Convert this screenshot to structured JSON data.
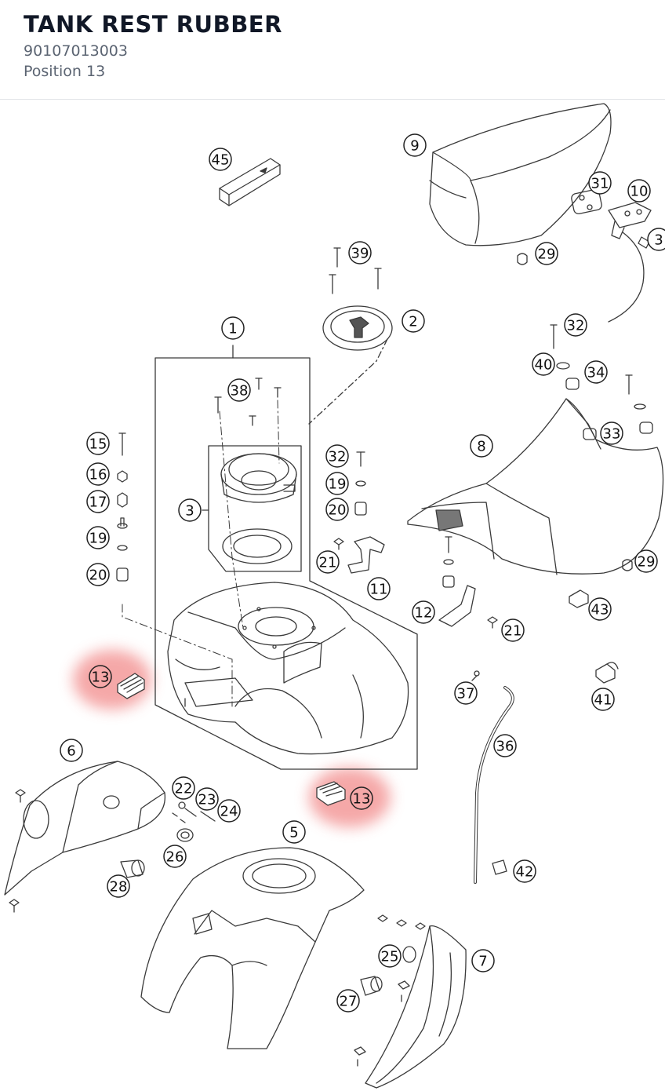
{
  "part": {
    "name": "TANK REST RUBBER",
    "number": "90107013003",
    "position_label": "Position 13"
  },
  "colors": {
    "highlight": "#f28b8b",
    "line": "#3a3a3a",
    "text": "#111111"
  },
  "callouts": {
    "c45": "45",
    "c9": "9",
    "c31": "31",
    "c10": "10",
    "c3r": "3",
    "c39": "39",
    "c29a": "29",
    "c2": "2",
    "c1": "1",
    "c32a": "32",
    "c40": "40",
    "c34": "34",
    "c38": "38",
    "c33": "33",
    "c8": "8",
    "c15": "15",
    "c16": "16",
    "c17": "17",
    "c3": "3",
    "c32b": "32",
    "c19b": "19",
    "c20b": "20",
    "c19a": "19",
    "c21a": "21",
    "c20a": "20",
    "c11": "11",
    "c29b": "29",
    "c43": "43",
    "c12": "12",
    "c21b": "21",
    "c13a": "13",
    "c37": "37",
    "c41": "41",
    "c36": "36",
    "c6": "6",
    "c13b": "13",
    "c22": "22",
    "c23": "23",
    "c24": "24",
    "c5": "5",
    "c26": "26",
    "c28": "28",
    "c42": "42",
    "c25": "25",
    "c7": "7",
    "c27": "27"
  }
}
